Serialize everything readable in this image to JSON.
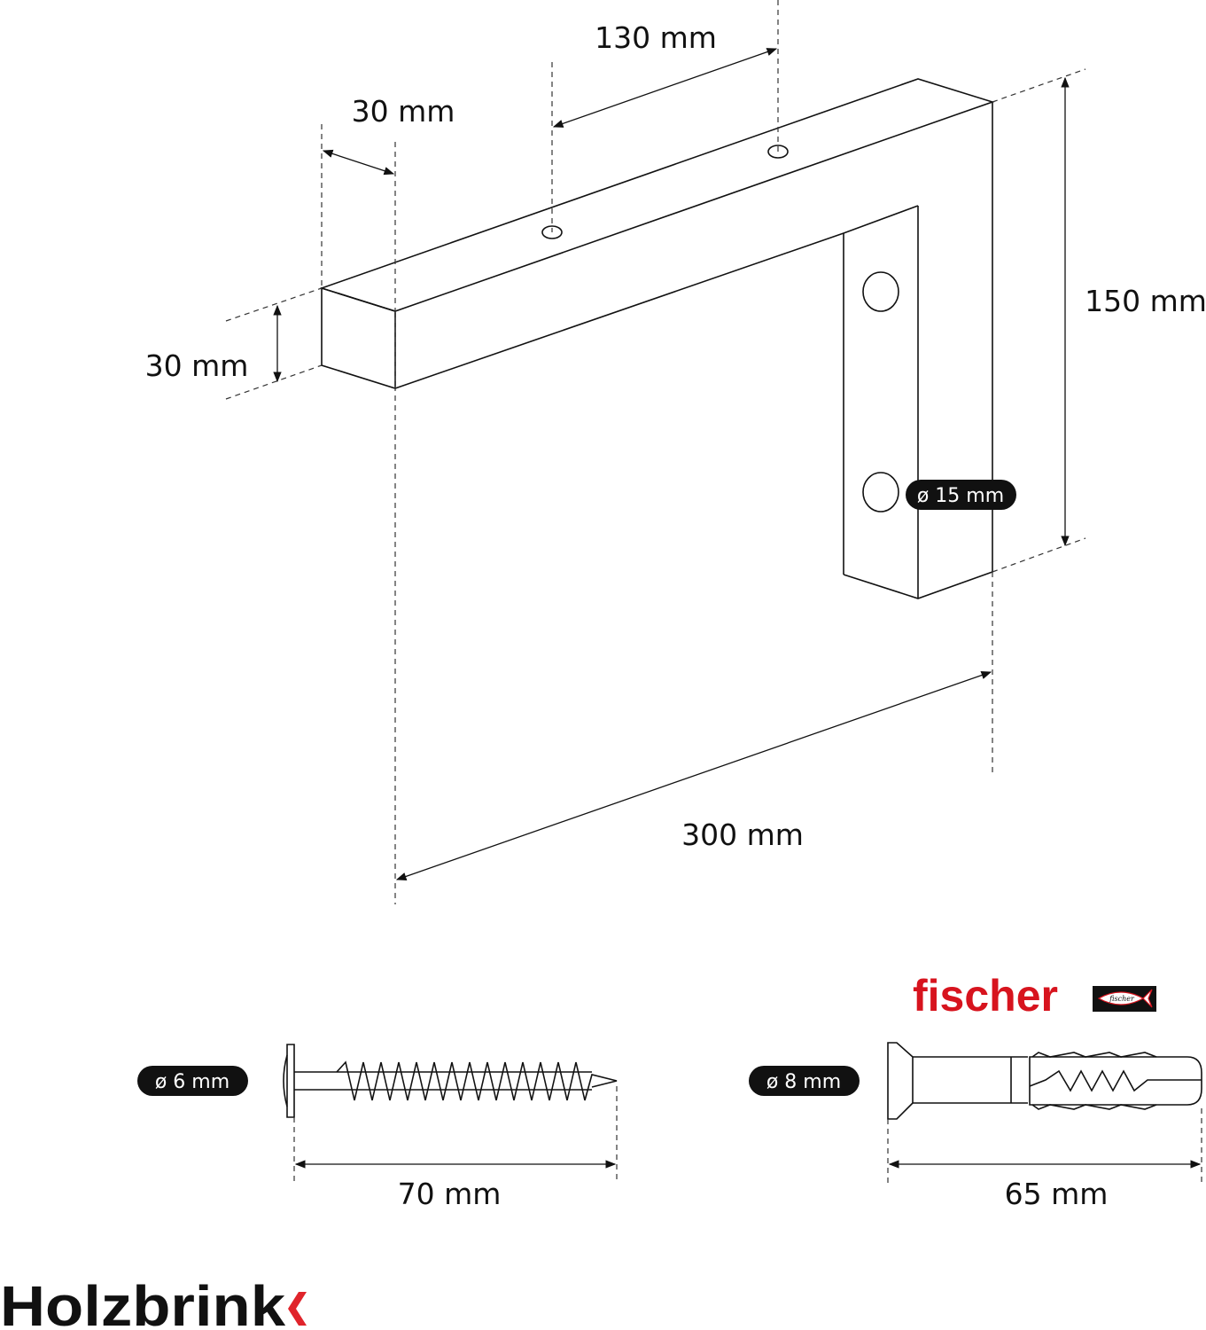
{
  "dimensions": {
    "hole_spacing": "130 mm",
    "hole_offset": "30 mm",
    "arm_height": "30 mm",
    "bracket_height": "150 mm",
    "bracket_length": "300 mm",
    "hole_diameter": "ø 15 mm"
  },
  "screw": {
    "diameter": "ø 6 mm",
    "length": "70 mm"
  },
  "anchor": {
    "diameter": "ø 8 mm",
    "length": "65 mm",
    "brand": "fischer",
    "brand_badge": "fischer"
  },
  "brand": {
    "name": "Holzbrink",
    "accent_color": "#e0242b"
  },
  "colors": {
    "fischer_red": "#d7141e",
    "line": "#111111"
  }
}
